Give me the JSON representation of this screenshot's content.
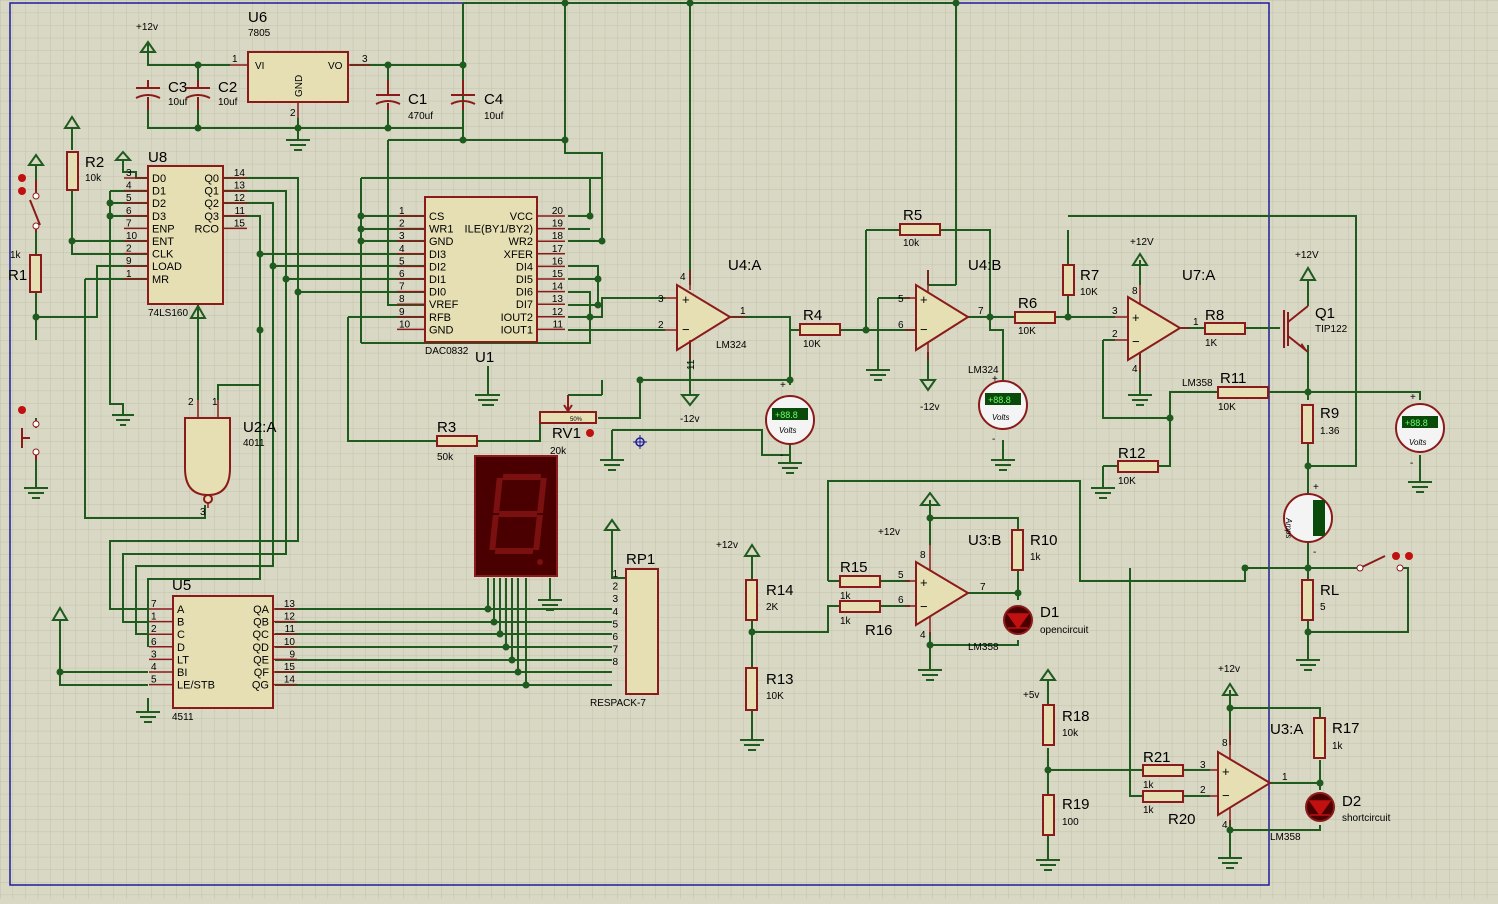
{
  "sheet": {
    "grid_color": "#c4c4ad",
    "background": "#d8d8c4",
    "wire_color": "#1f5a1f",
    "component_color": "#8b1a1a",
    "border_color": "#1d1d9b"
  },
  "power": {
    "p12": "+12v",
    "p12b": "+12V",
    "m12": "-12v",
    "p5": "+5v"
  },
  "u6": {
    "ref": "U6",
    "part": "7805",
    "vi": "VI",
    "vo": "VO",
    "gnd": "GND",
    "p1": "1",
    "p2": "2",
    "p3": "3"
  },
  "c3": {
    "ref": "C3",
    "val": "10uf"
  },
  "c2": {
    "ref": "C2",
    "val": "10uf"
  },
  "c1": {
    "ref": "C1",
    "val": "470uf"
  },
  "c4": {
    "ref": "C4",
    "val": "10uf"
  },
  "r1": {
    "ref": "R1",
    "val": "1k"
  },
  "r2": {
    "ref": "R2",
    "val": "10k"
  },
  "u8": {
    "ref": "U8",
    "part": "74LS160",
    "left": [
      {
        "n": "3",
        "l": "D0"
      },
      {
        "n": "4",
        "l": "D1"
      },
      {
        "n": "5",
        "l": "D2"
      },
      {
        "n": "6",
        "l": "D3"
      },
      {
        "n": "7",
        "l": "ENP"
      },
      {
        "n": "10",
        "l": "ENT"
      },
      {
        "n": "2",
        "l": "CLK"
      },
      {
        "n": "9",
        "l": "LOAD"
      },
      {
        "n": "1",
        "l": "MR"
      }
    ],
    "right": [
      {
        "n": "14",
        "l": "Q0"
      },
      {
        "n": "13",
        "l": "Q1"
      },
      {
        "n": "12",
        "l": "Q2"
      },
      {
        "n": "11",
        "l": "Q3"
      },
      {
        "n": "15",
        "l": "RCO"
      }
    ]
  },
  "u1": {
    "ref": "U1",
    "part": "DAC0832",
    "left": [
      {
        "n": "1",
        "l": "CS"
      },
      {
        "n": "2",
        "l": "WR1"
      },
      {
        "n": "3",
        "l": "GND"
      },
      {
        "n": "4",
        "l": "DI3"
      },
      {
        "n": "5",
        "l": "DI2"
      },
      {
        "n": "6",
        "l": "DI1"
      },
      {
        "n": "7",
        "l": "DI0"
      },
      {
        "n": "8",
        "l": "VREF"
      },
      {
        "n": "9",
        "l": "RFB"
      },
      {
        "n": "10",
        "l": "GND"
      }
    ],
    "right": [
      {
        "n": "20",
        "l": "VCC"
      },
      {
        "n": "19",
        "l": "ILE(BY1/BY2)"
      },
      {
        "n": "18",
        "l": "WR2"
      },
      {
        "n": "17",
        "l": "XFER"
      },
      {
        "n": "16",
        "l": "DI4"
      },
      {
        "n": "15",
        "l": "DI5"
      },
      {
        "n": "14",
        "l": "DI6"
      },
      {
        "n": "13",
        "l": "DI7"
      },
      {
        "n": "12",
        "l": "IOUT2"
      },
      {
        "n": "11",
        "l": "IOUT1"
      }
    ]
  },
  "u2a": {
    "ref": "U2:A",
    "part": "4011",
    "p1": "1",
    "p2": "2",
    "p3": "3"
  },
  "u5": {
    "ref": "U5",
    "part": "4511",
    "left": [
      {
        "n": "7",
        "l": "A"
      },
      {
        "n": "1",
        "l": "B"
      },
      {
        "n": "2",
        "l": "C"
      },
      {
        "n": "6",
        "l": "D"
      },
      {
        "n": "3",
        "l": "LT"
      },
      {
        "n": "4",
        "l": "BI"
      },
      {
        "n": "5",
        "l": "LE/STB"
      }
    ],
    "right": [
      {
        "n": "13",
        "l": "QA"
      },
      {
        "n": "12",
        "l": "QB"
      },
      {
        "n": "11",
        "l": "QC"
      },
      {
        "n": "10",
        "l": "QD"
      },
      {
        "n": "9",
        "l": "QE"
      },
      {
        "n": "15",
        "l": "QF"
      },
      {
        "n": "14",
        "l": "QG"
      }
    ]
  },
  "rp1": {
    "ref": "RP1",
    "part": "RESPACK-7",
    "pins": [
      "1",
      "2",
      "3",
      "4",
      "5",
      "6",
      "7",
      "8"
    ]
  },
  "r3": {
    "ref": "R3",
    "val": "50k"
  },
  "rv1": {
    "ref": "RV1",
    "val": "20k",
    "pct": "50%"
  },
  "u4a": {
    "ref": "U4:A",
    "part": "LM324",
    "p3": "3",
    "p2": "2",
    "p1": "1",
    "p4": "4",
    "p11": "11"
  },
  "u4b": {
    "ref": "U4:B",
    "part": "LM324",
    "p5": "5",
    "p6": "6",
    "p7": "7"
  },
  "r4": {
    "ref": "R4",
    "val": "10K"
  },
  "r5": {
    "ref": "R5",
    "val": "10k"
  },
  "r6": {
    "ref": "R6",
    "val": "10K"
  },
  "r7": {
    "ref": "R7",
    "val": "10K"
  },
  "u7a": {
    "ref": "U7:A",
    "part": "LM358",
    "p3": "3",
    "p2": "2",
    "p1": "1",
    "p8": "8",
    "p4": "4"
  },
  "r8": {
    "ref": "R8",
    "val": "1K"
  },
  "q1": {
    "ref": "Q1",
    "part": "TIP122"
  },
  "r9": {
    "ref": "R9",
    "val": "1.36"
  },
  "r11": {
    "ref": "R11",
    "val": "10K"
  },
  "r12": {
    "ref": "R12",
    "val": "10K"
  },
  "rl": {
    "ref": "RL",
    "val": "5"
  },
  "r14": {
    "ref": "R14",
    "val": "2K"
  },
  "r13": {
    "ref": "R13",
    "val": "10K"
  },
  "r15": {
    "ref": "R15",
    "val": "1k"
  },
  "r16": {
    "ref": "R16",
    "val": "1k"
  },
  "u3b": {
    "ref": "U3:B",
    "part": "LM358",
    "p5": "5",
    "p6": "6",
    "p7": "7",
    "p8": "8",
    "p4": "4"
  },
  "r10": {
    "ref": "R10",
    "val": "1k"
  },
  "d1": {
    "ref": "D1",
    "val": "opencircuit"
  },
  "r18": {
    "ref": "R18",
    "val": "10k"
  },
  "r19": {
    "ref": "R19",
    "val": "100"
  },
  "r21": {
    "ref": "R21",
    "val": "1k"
  },
  "r20": {
    "ref": "R20",
    "val": "1k"
  },
  "u3a": {
    "ref": "U3:A",
    "part": "LM358",
    "p3": "3",
    "p2": "2",
    "p1": "1",
    "p8": "8",
    "p4": "4"
  },
  "r17": {
    "ref": "R17",
    "val": "1k"
  },
  "d2": {
    "ref": "D2",
    "val": "shortcircuit"
  },
  "meters": {
    "volts": "Volts",
    "amps": "Amps",
    "display": "+88.8",
    "plus": "+",
    "minus": "-"
  }
}
